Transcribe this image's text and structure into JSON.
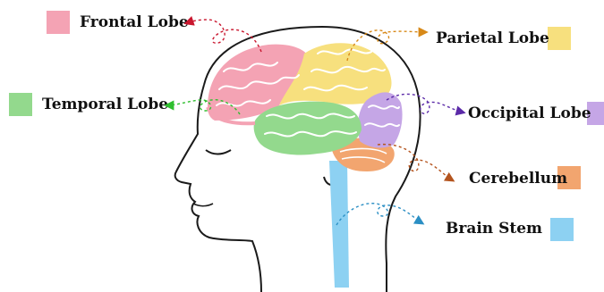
{
  "labels": {
    "frontal": "Frontal Lobe",
    "parietal": "Parietal Lobe",
    "temporal": "Temporal Lobe",
    "occipital": "Occipital Lobe",
    "cerebellum": "Cerebellum",
    "brainstem": "Brain Stem"
  },
  "colors": {
    "frontal": "#f4a3b4",
    "parietal": "#f7e07e",
    "temporal": "#93d98d",
    "occipital": "#c5a6e6",
    "cerebellum": "#f2a56f",
    "brainstem": "#8dd1f2",
    "frontal_arrow": "#c9172f",
    "parietal_arrow": "#d88918",
    "temporal_arrow": "#2fbf2f",
    "occipital_arrow": "#5b2aa8",
    "cerebellum_arrow": "#b4541e",
    "brainstem_arrow": "#2b8fc4"
  }
}
